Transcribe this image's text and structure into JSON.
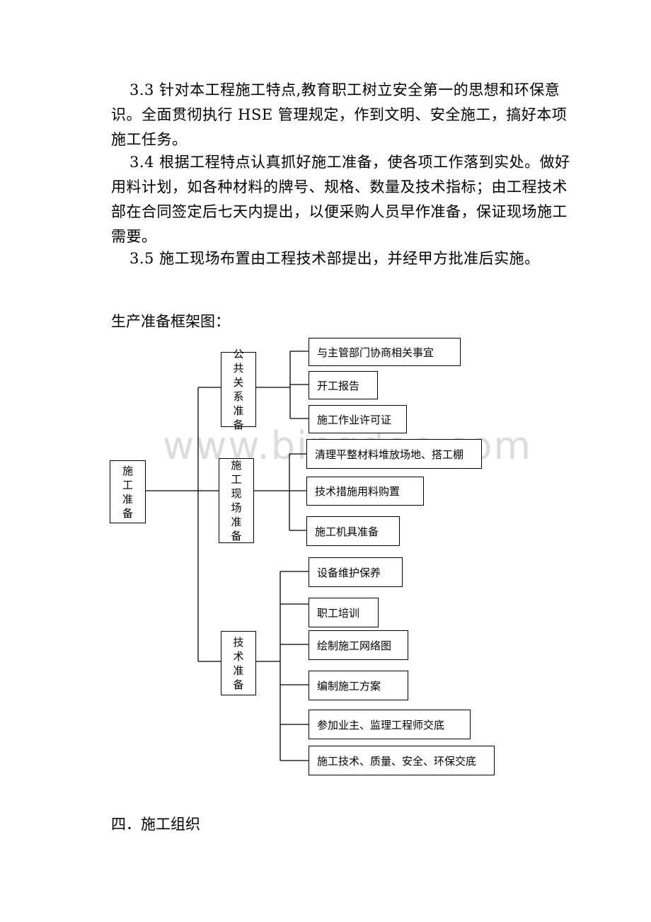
{
  "paragraphs": {
    "p33": "3.3 针对本工程施工特点,教育职工树立安全第一的思想和环保意识。全面贯彻执行 HSE 管理规定，作到文明、安全施工，搞好本项施工任务。",
    "p34": "3.4 根据工程特点认真抓好施工准备，使各项工作落到实处。做好用料计划，如各种材料的牌号、规格、数量及技术指标；由工程技术部在合同签定后七天内提出，以便采购人员早作准备，保证现场施工需要。",
    "p35": "3.5 施工现场布置由工程技术部提出，并经甲方批准后实施。"
  },
  "diagram": {
    "title": "生产准备框架图：",
    "root": "施工准备",
    "groups": [
      {
        "label": "公共关系准备",
        "items": [
          "与主管部门协商相关事宜",
          "开工报告",
          "施工作业许可证"
        ]
      },
      {
        "label": "施工现场准备",
        "items": [
          "清理平整材料堆放场地、搭工棚",
          "技术措施用料购置",
          "施工机具准备"
        ]
      },
      {
        "label": "技术准备",
        "items": [
          "设备维护保养",
          "职工培训",
          "绘制施工网络图",
          "编制施工方案",
          "参加业主、监理工程师交底",
          "施工技术、质量、安全、环保交底"
        ]
      }
    ]
  },
  "section_heading": "四．施工组织",
  "watermark": "www.bingdoc.com"
}
